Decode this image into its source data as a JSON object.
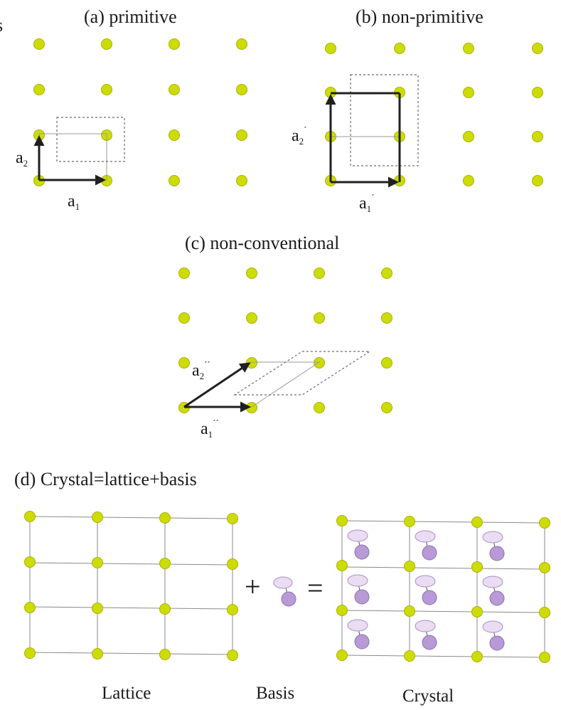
{
  "panels": {
    "a": {
      "title": "(a) primitive",
      "vec1": "a",
      "vec1_sub": "1",
      "vec2": "a",
      "vec2_sub": "2"
    },
    "b": {
      "title": "(b) non-primitive",
      "vec1": "a",
      "vec1_sub": "1",
      "vec1_prime": "´",
      "vec2": "a",
      "vec2_sub": "2",
      "vec2_prime": "´"
    },
    "c": {
      "title": "(c) non-conventional",
      "vec1": "a",
      "vec1_sub": "1",
      "vec1_prime": "´´",
      "vec2": "a",
      "vec2_sub": "2",
      "vec2_prime": "´´"
    },
    "d": {
      "title": "(d) Crystal=lattice+basis",
      "plus": "+",
      "equals": "=",
      "lattice_caption": "Lattice",
      "basis_caption": "Basis",
      "crystal_caption": "Crystal"
    }
  },
  "colors": {
    "lattice_point": "#cddc06",
    "basis_light": "#eadcf3",
    "basis_dark": "#b89ad6",
    "arrow": "#202020"
  },
  "edge_glyph": "s"
}
